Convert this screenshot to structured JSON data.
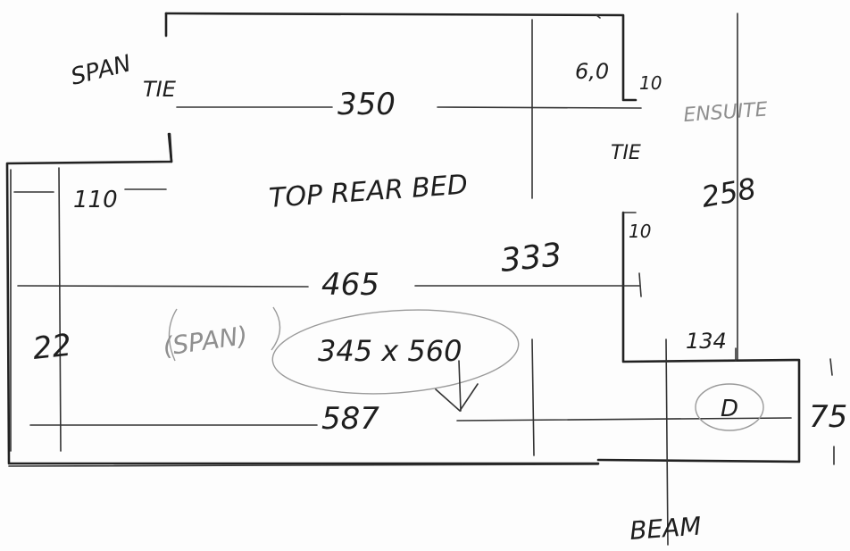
{
  "labels": {
    "span_top": "SPAN",
    "tie_top": "TIE",
    "dim_350": "350",
    "dim_60": "6,0",
    "dim_10_top": "10",
    "ensuite": "ENSUITE",
    "tie_right": "TIE",
    "dim_258": "258",
    "room_name": "TOP REAR BED",
    "dim_110": "110",
    "dim_10_mid": "10",
    "dim_333": "333",
    "dim_465": "465",
    "dim_22": "22",
    "span_mid": "(SPAN)",
    "beam_size": "345 x 560",
    "dim_134": "134",
    "dim_587": "587",
    "door_mark": "D",
    "dim_75": "75",
    "beam_bottom": "BEAM"
  },
  "colors": {
    "ink": "#222222",
    "pencil": "#9a9a9a"
  }
}
